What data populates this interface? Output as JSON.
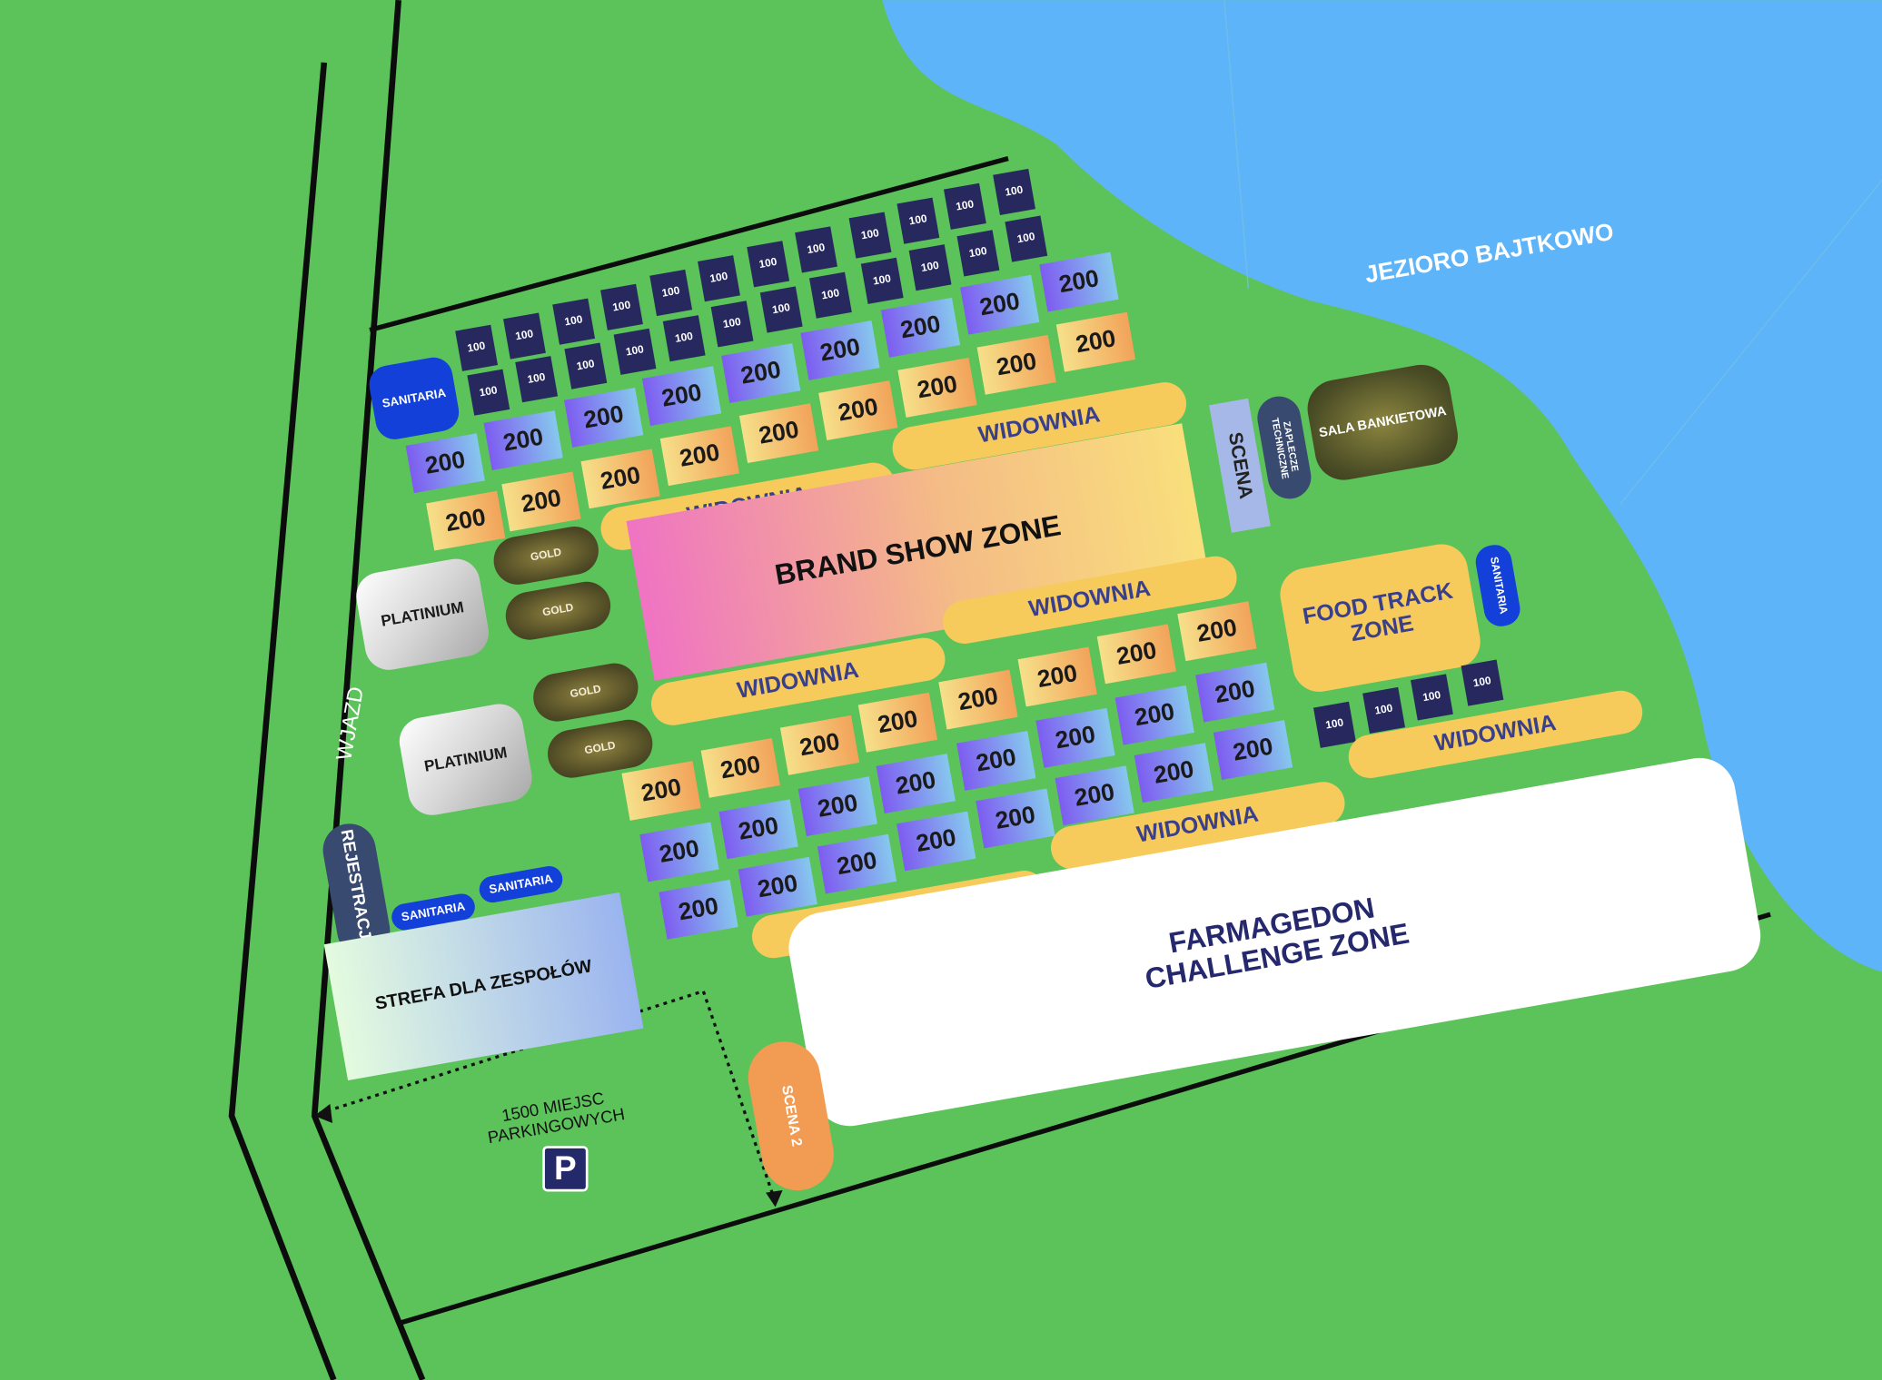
{
  "landmarks": {
    "lake": "JEZIORO BAJTKOWO",
    "entrance": "WJAZD",
    "parking": "1500 MIEJSC PARKINGOWYCH",
    "parking_sign": "P"
  },
  "zones": {
    "brand_show": "BRAND SHOW ZONE",
    "food_track": "FOOD TRACK ZONE",
    "farmagedon": "FARMAGEDON CHALLENGE ZONE",
    "teams": "STREFA DLA ZESPOŁÓW",
    "banquet": "SALA BANKIETOWA",
    "stage": "SCENA",
    "stage2": "SCENA 2",
    "backstage": "ZAPLECZE TECHNICZNE",
    "registration": "REJESTRACJA"
  },
  "labels": {
    "sanitaria": "SANITARIA",
    "widownia": "WIDOWNIA",
    "gold": "GOLD",
    "platinum": "PLATINIUM",
    "booth_100": "100",
    "booth_200": "200"
  },
  "colors": {
    "grass": "#5bc35a",
    "lake": "#5eb4f8",
    "booth_100": "#27295e",
    "widownia": "#f6cb5c",
    "sanitaria": "#1240d8",
    "food_zone": "#f6cb5c",
    "scena": "#a5b8e8",
    "scena2": "#f29b52"
  },
  "icons": [
    "parking-icon"
  ]
}
